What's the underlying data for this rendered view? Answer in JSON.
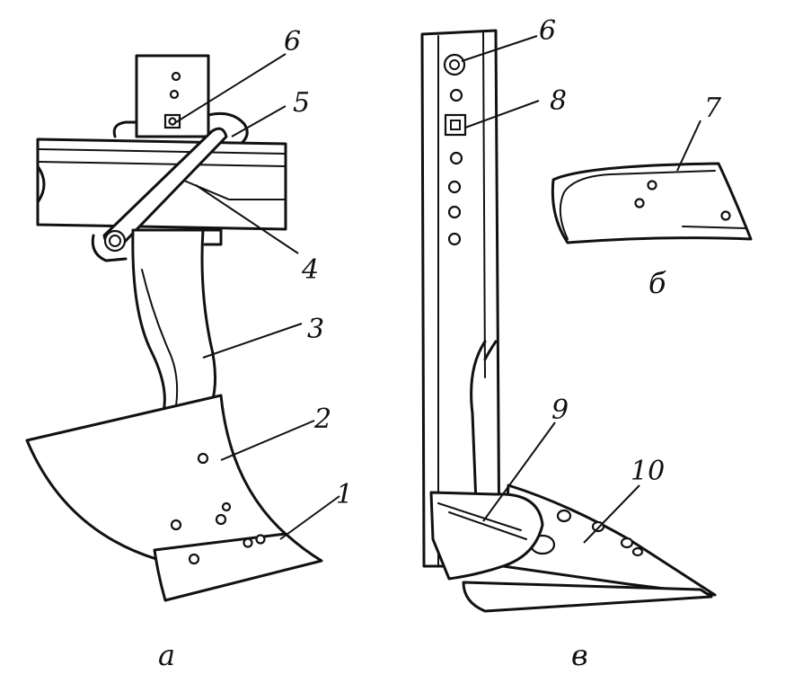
{
  "labels": {
    "n1": "1",
    "n2": "2",
    "n3": "3",
    "n4": "4",
    "n5": "5",
    "n6_left": "6",
    "n6_right": "6",
    "n7": "7",
    "n8": "8",
    "n9": "9",
    "n10": "10",
    "sub_a": "а",
    "sub_b": "б",
    "sub_v": "в"
  }
}
